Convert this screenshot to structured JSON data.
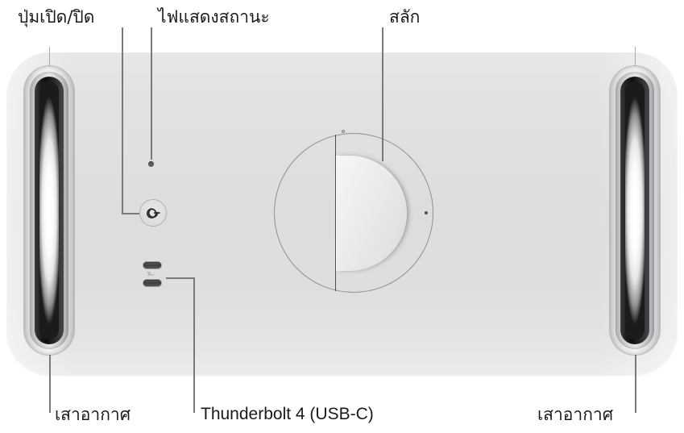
{
  "figure": {
    "title": "Mac Studio back panel with callouts",
    "device_color": "#dcdddf",
    "leader_color": "#77797c",
    "text_color": "#1a1a1a",
    "background": "#ffffff"
  },
  "callouts": {
    "power_button": {
      "label": "ปุ่มเปิด/ปิด",
      "icon": "power-icon"
    },
    "status_light": {
      "label": "ไฟแสดงสถานะ",
      "icon": "status-led-icon"
    },
    "latch": {
      "label": "สลัก",
      "icon": "latch-icon"
    },
    "antenna_left": {
      "label": "เสาอากาศ",
      "icon": "antenna-icon"
    },
    "thunderbolt": {
      "label": "Thunderbolt 4 (USB-C)",
      "icon": "usb-c-port-icon"
    },
    "antenna_right": {
      "label": "เสาอากาศ",
      "icon": "antenna-icon"
    }
  }
}
